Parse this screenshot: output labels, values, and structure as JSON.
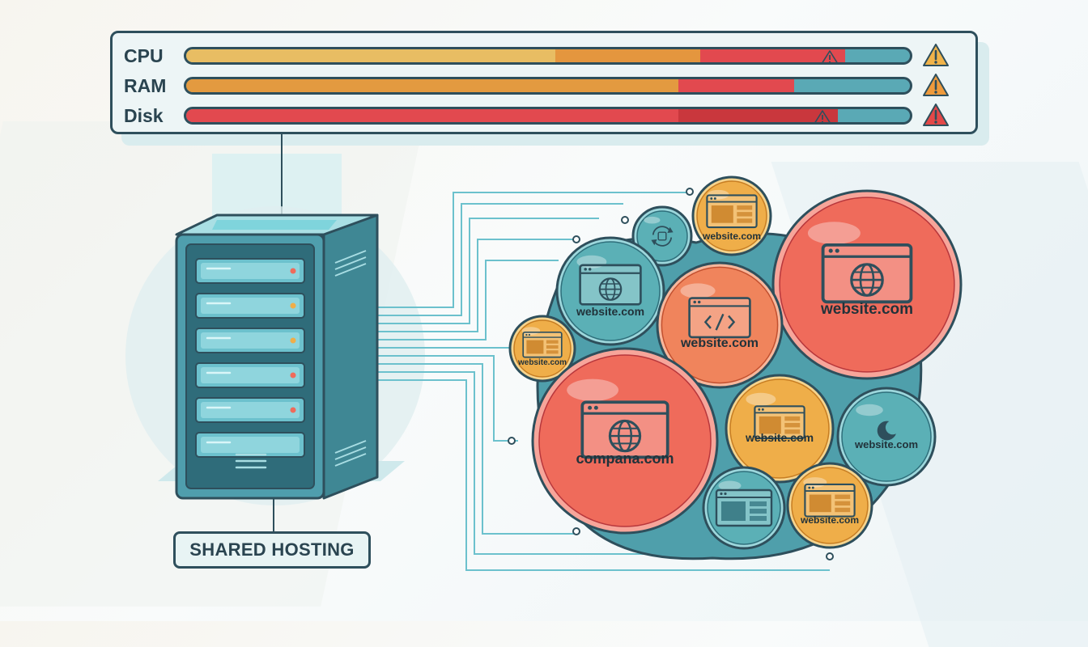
{
  "resources": {
    "rows": [
      {
        "label": "CPU",
        "usage_segments": [
          0.51,
          0.2,
          0.2
        ],
        "segment_colors": [
          "#e8bd63",
          "#e4963e",
          "#e2494f"
        ],
        "bar_warning": true,
        "row_warning_color": "#f0b34a"
      },
      {
        "label": "RAM",
        "usage_segments": [
          0.68,
          0.16
        ],
        "segment_colors": [
          "#e39a40",
          "#e2494f"
        ],
        "bar_warning": false,
        "row_warning_color": "#ee9a3c"
      },
      {
        "label": "Disk",
        "usage_segments": [
          0.68,
          0.22
        ],
        "segment_colors": [
          "#e2494f",
          "#c9373d"
        ],
        "bar_warning": true,
        "row_warning_color": "#e34848"
      }
    ]
  },
  "server": {
    "label": "SHARED HOSTING"
  },
  "sites": [
    {
      "label": "website.com",
      "color": "#efae49",
      "icon": "browser-window-icon"
    },
    {
      "label": "",
      "color": "#5bb0b6",
      "icon": "sync-arrows-icon"
    },
    {
      "label": "website.com",
      "color": "#ef6b5b",
      "icon": "globe-icon"
    },
    {
      "label": "website.com",
      "color": "#5bb0b6",
      "icon": "globe-icon"
    },
    {
      "label": "website.com",
      "color": "#f0845c",
      "icon": "code-icon"
    },
    {
      "label": "website.com",
      "color": "#efae49",
      "icon": "browser-window-icon"
    },
    {
      "label": "compana.com",
      "color": "#ef6b5b",
      "icon": "globe-icon"
    },
    {
      "label": "website.com",
      "color": "#efae49",
      "icon": "browser-window-icon"
    },
    {
      "label": "website.com",
      "color": "#5bb0b6",
      "icon": "moon-icon"
    },
    {
      "label": "",
      "color": "#5bb0b6",
      "icon": "browser-window-icon"
    },
    {
      "label": "website.com",
      "color": "#efae49",
      "icon": "browser-window-icon"
    }
  ],
  "colors": {
    "outline": "#2e4f5c",
    "teal": "#5bb0b6",
    "wire": "#6cc1cd"
  }
}
